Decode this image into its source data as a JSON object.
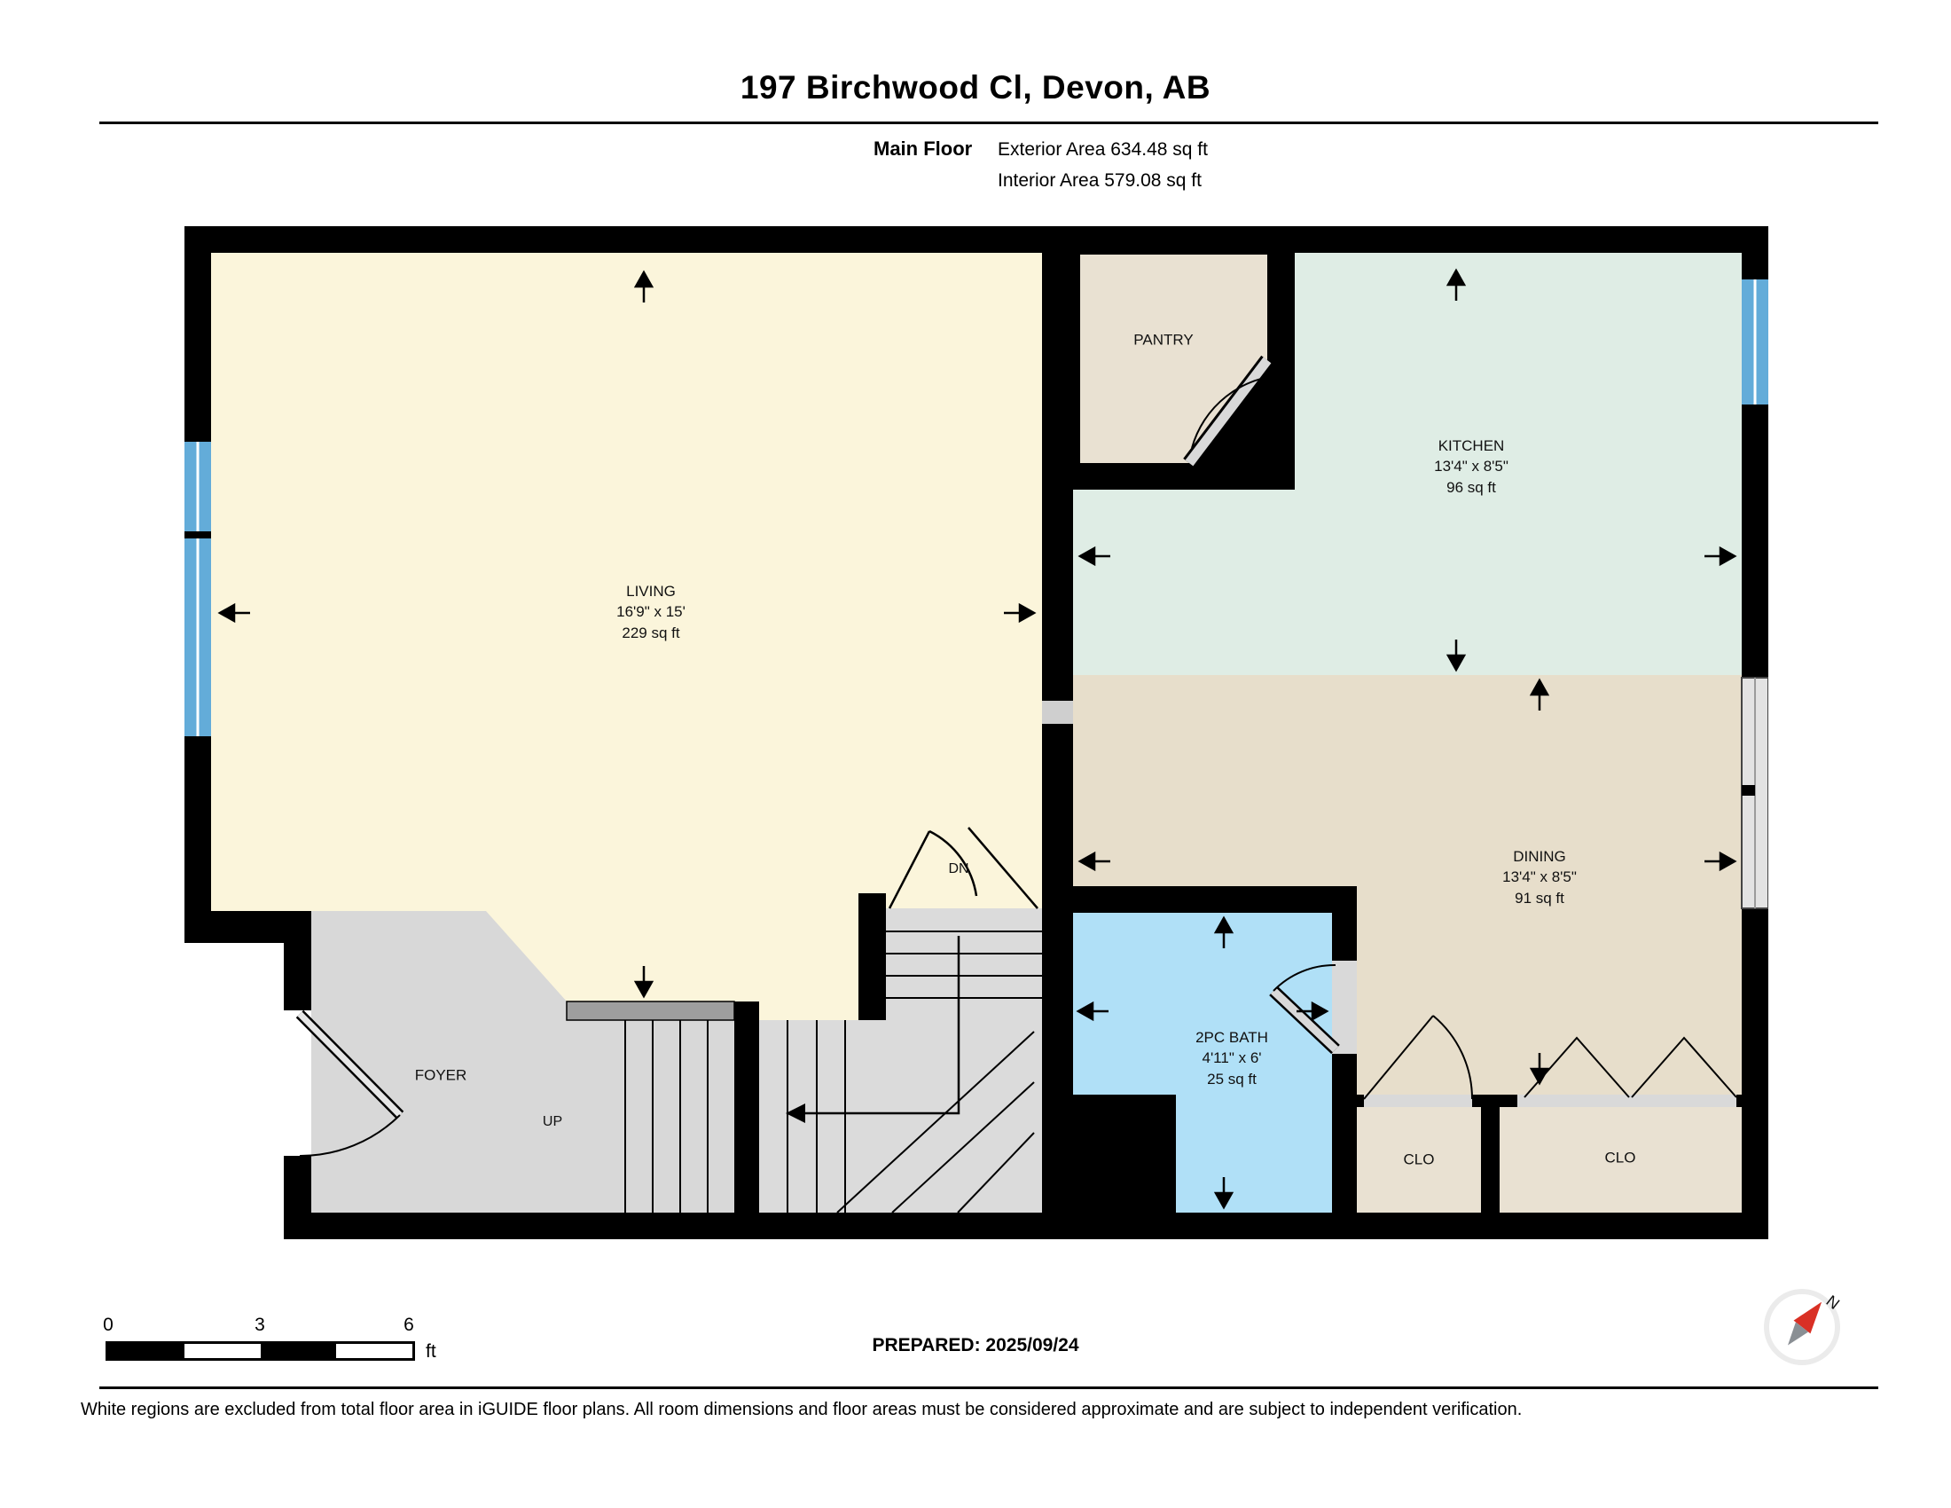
{
  "header": {
    "title": "197 Birchwood Cl, Devon, AB",
    "floor_label": "Main Floor",
    "exterior_area": "Exterior Area 634.48 sq ft",
    "interior_area": "Interior Area 579.08 sq ft"
  },
  "rooms": {
    "living": {
      "name": "LIVING",
      "dims": "16'9\" x 15'",
      "area": "229 sq ft"
    },
    "kitchen": {
      "name": "KITCHEN",
      "dims": "13'4\" x 8'5\"",
      "area": "96 sq ft"
    },
    "dining": {
      "name": "DINING",
      "dims": "13'4\" x 8'5\"",
      "area": "91 sq ft"
    },
    "bath": {
      "name": "2PC BATH",
      "dims": "4'11\" x 6'",
      "area": "25 sq ft"
    },
    "pantry": {
      "name": "PANTRY"
    },
    "foyer": {
      "name": "FOYER"
    },
    "closet_left": {
      "name": "CLO"
    },
    "closet_right": {
      "name": "CLO"
    }
  },
  "stairs": {
    "up": "UP",
    "down": "DN"
  },
  "scale_bar": {
    "t0": "0",
    "t3": "3",
    "t6": "6",
    "unit": "ft"
  },
  "footer": {
    "prepared": "PREPARED: 2025/09/24",
    "compass_label": "N",
    "disclaimer": "White regions are excluded from total floor area in iGUIDE floor plans. All room dimensions and floor areas must be considered approximate and are subject to independent verification."
  },
  "colors": {
    "wall": "#000000",
    "living": "#FBF5DB",
    "kitchen": "#DFEDE5",
    "dining": "#E7DECB",
    "pantry": "#E9E1D2",
    "bath": "#B0E0F7",
    "foyer": "#D8D8D8",
    "closet": "#E9E1D2",
    "stairs": "#DBDBDB",
    "window": "#63ACD9",
    "compass_needle": "#D93025"
  }
}
